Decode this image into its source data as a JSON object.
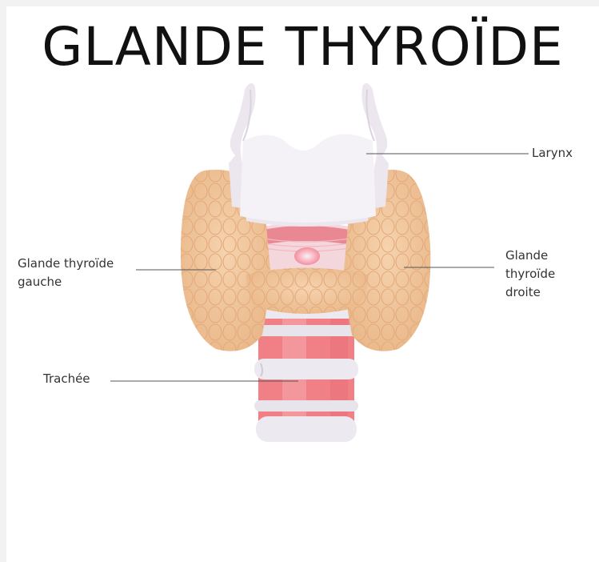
{
  "title": "GLANDE THYROÏDE",
  "labels": {
    "larynx": "Larynx",
    "left_lobe_line1": "Glande thyroïde",
    "left_lobe_line2": "gauche",
    "right_lobe_line1": "Glande",
    "right_lobe_line2": "thyroïde",
    "right_lobe_line3": "droite",
    "trachea": "Trachée"
  },
  "colors": {
    "thyroid_fill": "#f2c79b",
    "thyroid_cell_stroke": "#e0a878",
    "larynx_fill": "#f3f0f5",
    "trachea_red": "#f07f86",
    "trachea_ring": "#eceaf0",
    "leader_line": "#555555"
  }
}
